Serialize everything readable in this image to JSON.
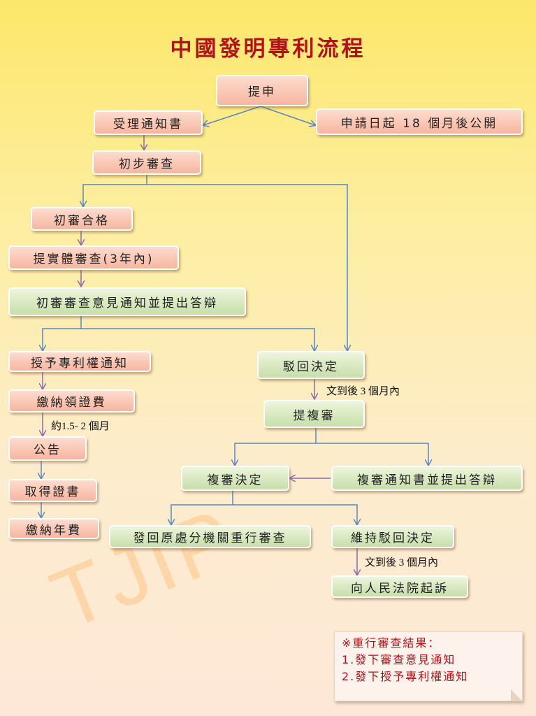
{
  "title": "中國發明專利流程",
  "watermark": "TJIP",
  "boxes": {
    "file": "提申",
    "accept_notice": "受理通知書",
    "publish": "申請日起 18 個月後公開",
    "prelim_exam": "初步審查",
    "prelim_pass": "初審合格",
    "request_substantive": "提實體審查(3年內)",
    "opinion_reply": "初審審查意見通知並提出答辯",
    "grant_notice": "授予專利權通知",
    "reject": "駁回決定",
    "pay_fee": "繳納領證費",
    "reexam": "提複審",
    "announce": "公告",
    "reexam_decision": "複審決定",
    "reexam_notice_reply": "複審通知書並提出答辯",
    "certificate": "取得證書",
    "annual_fee": "繳納年費",
    "remand": "發回原處分機關重行審查",
    "maintain_reject": "維持駁回決定",
    "lawsuit": "向人民法院起訴"
  },
  "labels": {
    "within_3m_1": "文到後 3 個月內",
    "approx_months": "約1.5- 2 個月",
    "within_3m_2": "文到後 3 個月內"
  },
  "note": {
    "heading": "※重行審查結果：",
    "item1": "1.發下審查意見通知",
    "item2": "2.發下授予專利權通知"
  },
  "colors": {
    "title": "#b3121a",
    "blue_arrow": "#5a86c0",
    "purple_arrow": "#8a6aa8",
    "pink_box": "#f7b6a0",
    "green_box": "#c7deaa"
  }
}
